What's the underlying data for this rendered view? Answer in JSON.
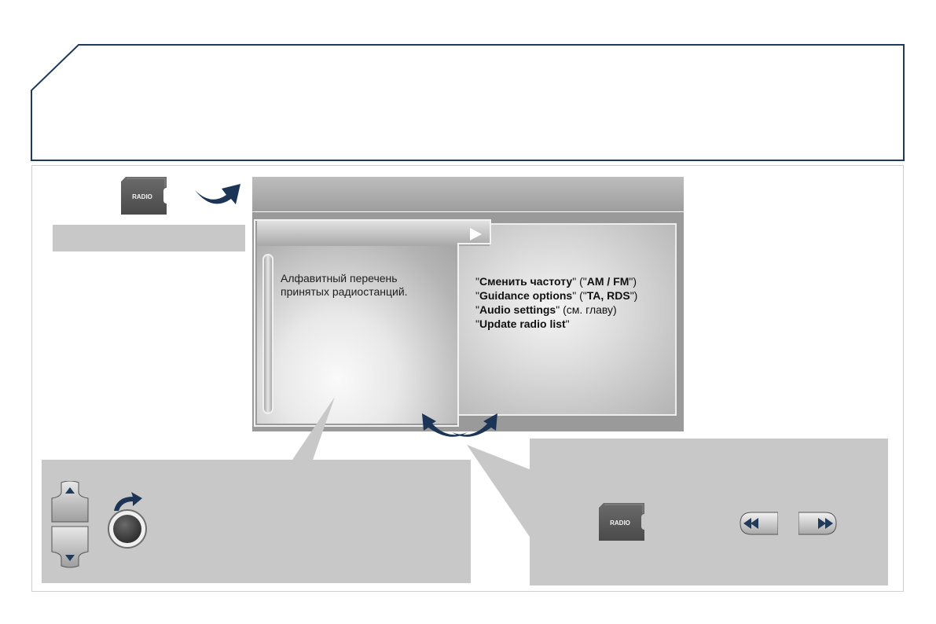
{
  "buttons": {
    "radio_label_top": "RADIO",
    "radio_label_bottom": "RADIO"
  },
  "screen": {
    "left_text": "Алфавитный перечень\nпринятых радиостанций.",
    "menu": [
      {
        "bold": "Сменить частоту",
        "rest_a": " (\"",
        "bold2": "AM / FM",
        "rest_b": "\")"
      },
      {
        "bold": "Guidance options",
        "rest_a": " (\"",
        "bold2": "TA, RDS",
        "rest_b": "\")"
      },
      {
        "bold": "Audio settings",
        "rest_a": " (см. главу)",
        "bold2": "",
        "rest_b": ""
      },
      {
        "bold": "Update radio list",
        "rest_a": "",
        "bold2": "",
        "rest_b": ""
      }
    ]
  },
  "icons": {
    "arrow": "curved-arrow-icon",
    "play": "play-triangle-icon",
    "swap": "double-curved-arrow-icon",
    "rocker": "up-down-rocker-icon",
    "knob": "rotary-knob-icon",
    "seek_back": "rewind-icon",
    "seek_fwd": "fast-forward-icon"
  },
  "colors": {
    "frame_border": "#1f3a5a",
    "arrow_blue": "#1c3557",
    "panel_gray": "#c8c8c8"
  }
}
